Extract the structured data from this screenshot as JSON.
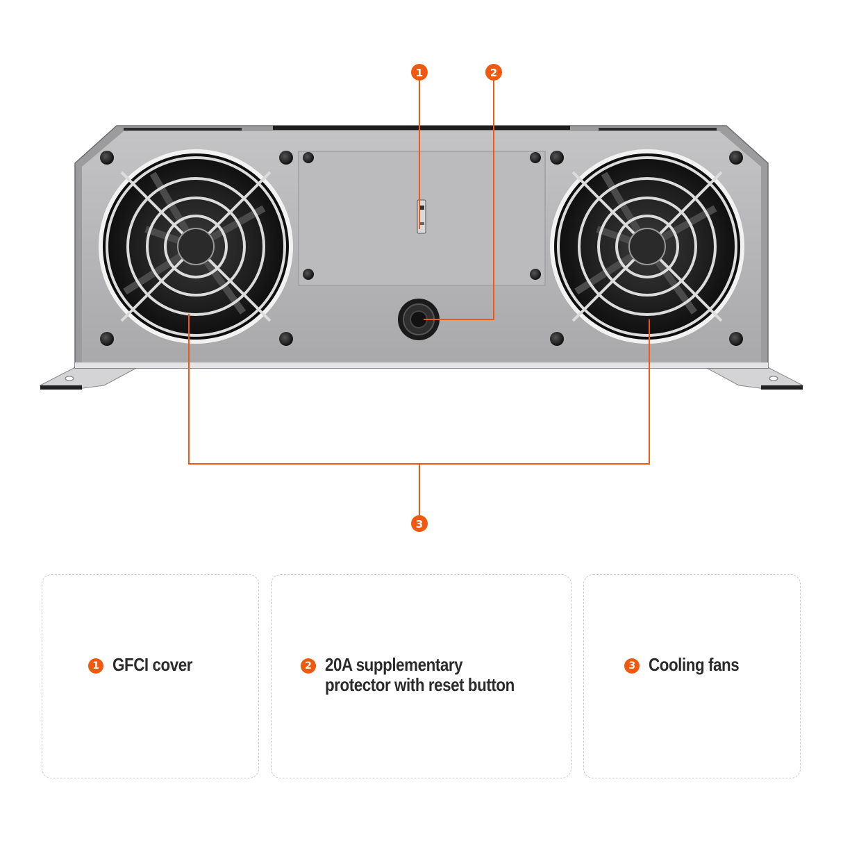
{
  "callouts": [
    {
      "number": "1",
      "label": "GFCI cover"
    },
    {
      "number": "2",
      "label": "20A supplementary\nprotector with reset button"
    },
    {
      "number": "3",
      "label": "Cooling fans"
    }
  ],
  "colors": {
    "accent": "#f0590f",
    "chassis": "#b3b3b5",
    "chassis_dark": "#8e8e90",
    "text": "#2b2b2b",
    "card_border": "#c9c9c9"
  }
}
